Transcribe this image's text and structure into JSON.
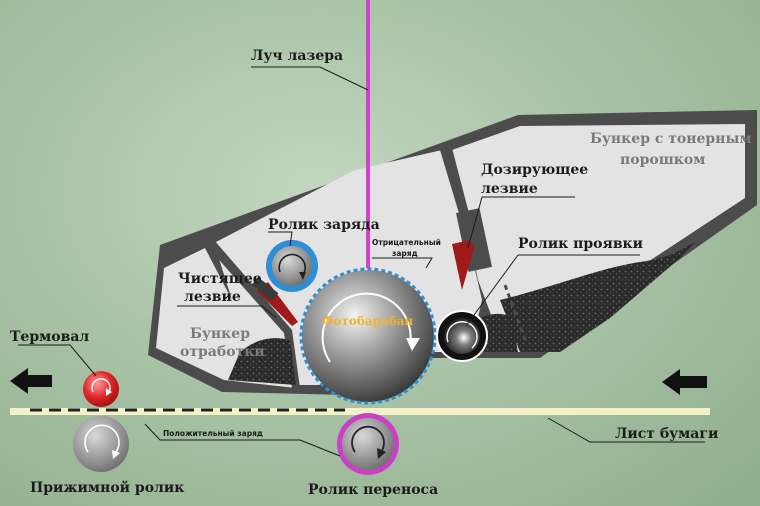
{
  "labels": {
    "laser": "Луч лазера",
    "toner_hopper_1": "Бункер с тонерным",
    "toner_hopper_2": "порошком",
    "doctor_blade_1": "Дозирующее",
    "doctor_blade_2": "лезвие",
    "charge_roller": "Ролик заряда",
    "negative_charge_1": "Отрицательный",
    "negative_charge_2": "заряд",
    "developer_roller": "Ролик проявки",
    "cleaning_blade_1": "Чистящее",
    "cleaning_blade_2": "лезвие",
    "drum": "Фотобарабан",
    "fuser": "Термовал",
    "waste_hopper_1": "Бункер",
    "waste_hopper_2": "отработки",
    "positive_charge": "Положительный заряд",
    "paper": "Лист бумаги",
    "pressure_roller": "Прижимной ролик",
    "transfer_roller": "Ролик переноса"
  },
  "colors": {
    "laser_beam": "#d53fd0",
    "charge_ring": "#2e8fd6",
    "transfer_ring": "#cc3fc7",
    "fuser": "#e0252a",
    "paper": "#f4f1c6",
    "housing": "#4c4c4c",
    "interior": "#e3e3e3",
    "drum_label": "#f0b429"
  },
  "icons": {
    "left_arrow": "arrow-left-icon",
    "right_arrow": "arrow-left-icon"
  }
}
